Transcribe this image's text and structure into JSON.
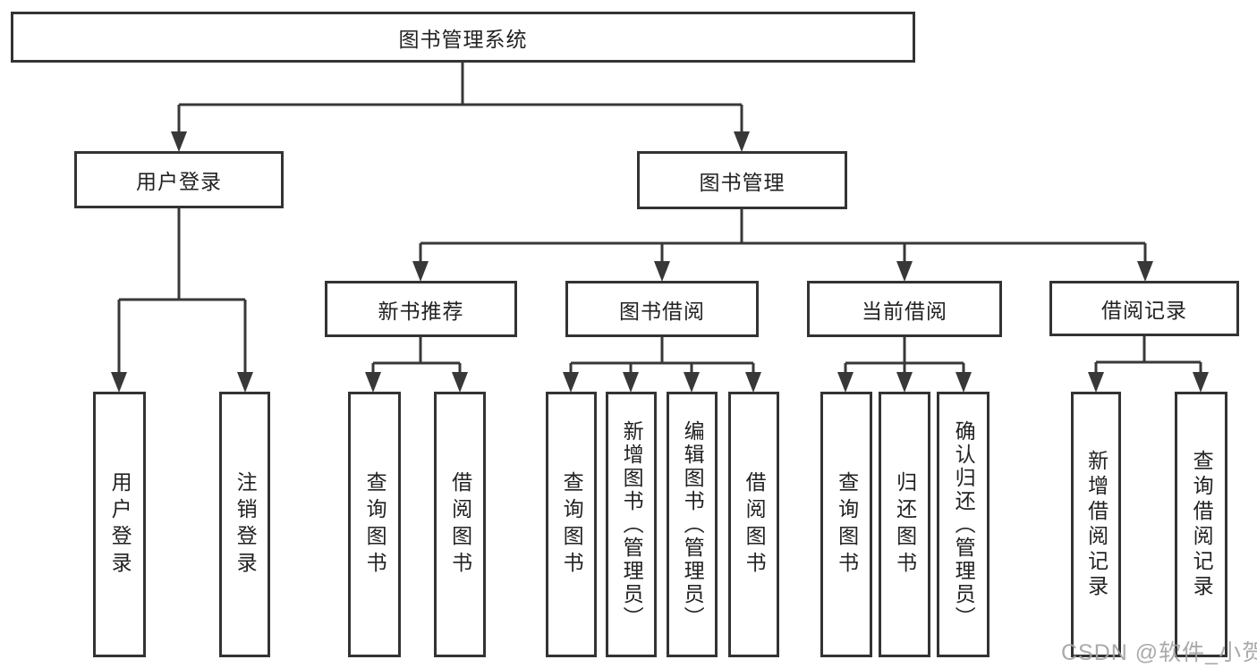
{
  "colors": {
    "line": "#383838",
    "box_border": "#333333",
    "text": "#222222",
    "background": "#ffffff",
    "watermark": "#a3a3a3"
  },
  "tree": {
    "label": "图书管理系统",
    "children": [
      {
        "label": "用户登录",
        "children": [
          {
            "label": "用户登录"
          },
          {
            "label": "注销登录"
          }
        ]
      },
      {
        "label": "图书管理",
        "children": [
          {
            "label": "新书推荐",
            "children": [
              {
                "label": "查询图书"
              },
              {
                "label": "借阅图书"
              }
            ]
          },
          {
            "label": "图书借阅",
            "children": [
              {
                "label": "查询图书"
              },
              {
                "label": "新增图书（管理员）"
              },
              {
                "label": "编辑图书（管理员）"
              },
              {
                "label": "借阅图书"
              }
            ]
          },
          {
            "label": "当前借阅",
            "children": [
              {
                "label": "查询图书"
              },
              {
                "label": "归还图书"
              },
              {
                "label": "确认归还（管理员）"
              }
            ]
          },
          {
            "label": "借阅记录",
            "children": [
              {
                "label": "新增借阅记录"
              },
              {
                "label": "查询借阅记录"
              }
            ]
          }
        ]
      }
    ]
  },
  "watermark": {
    "text": "CSDN @软件_小贺同学"
  }
}
